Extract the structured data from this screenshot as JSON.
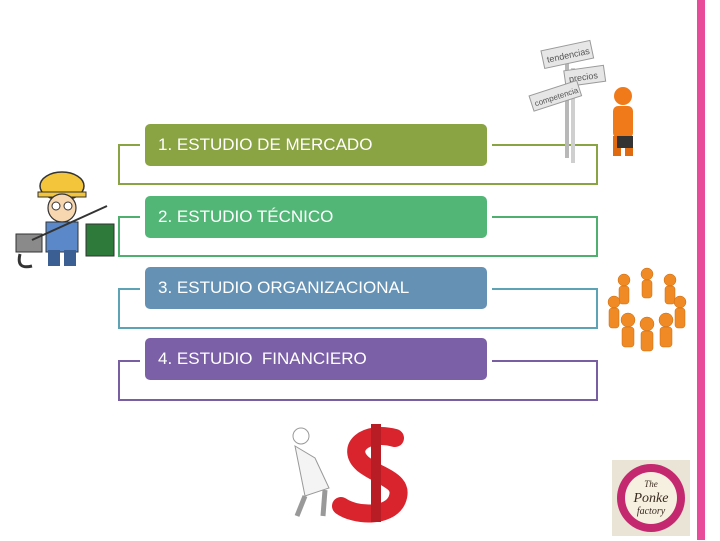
{
  "steps": [
    {
      "label": "1. ESTUDIO DE MERCADO"
    },
    {
      "label": "2. ESTUDIO TÉCNICO"
    },
    {
      "label": "3. ESTUDIO ORGANIZACIONAL"
    },
    {
      "label": "4. ESTUDIO  FINANCIERO"
    }
  ],
  "signpost": {
    "signs": [
      "tendencias",
      "precios",
      "competencia"
    ]
  },
  "logo": {
    "line1": "The",
    "line2": "Ponke",
    "line3": "factory"
  },
  "colors": {
    "accent": "#e84b9a",
    "step1": "#8aa343",
    "step2": "#52b676",
    "step3": "#6592b4",
    "step4": "#7b5fa7"
  }
}
